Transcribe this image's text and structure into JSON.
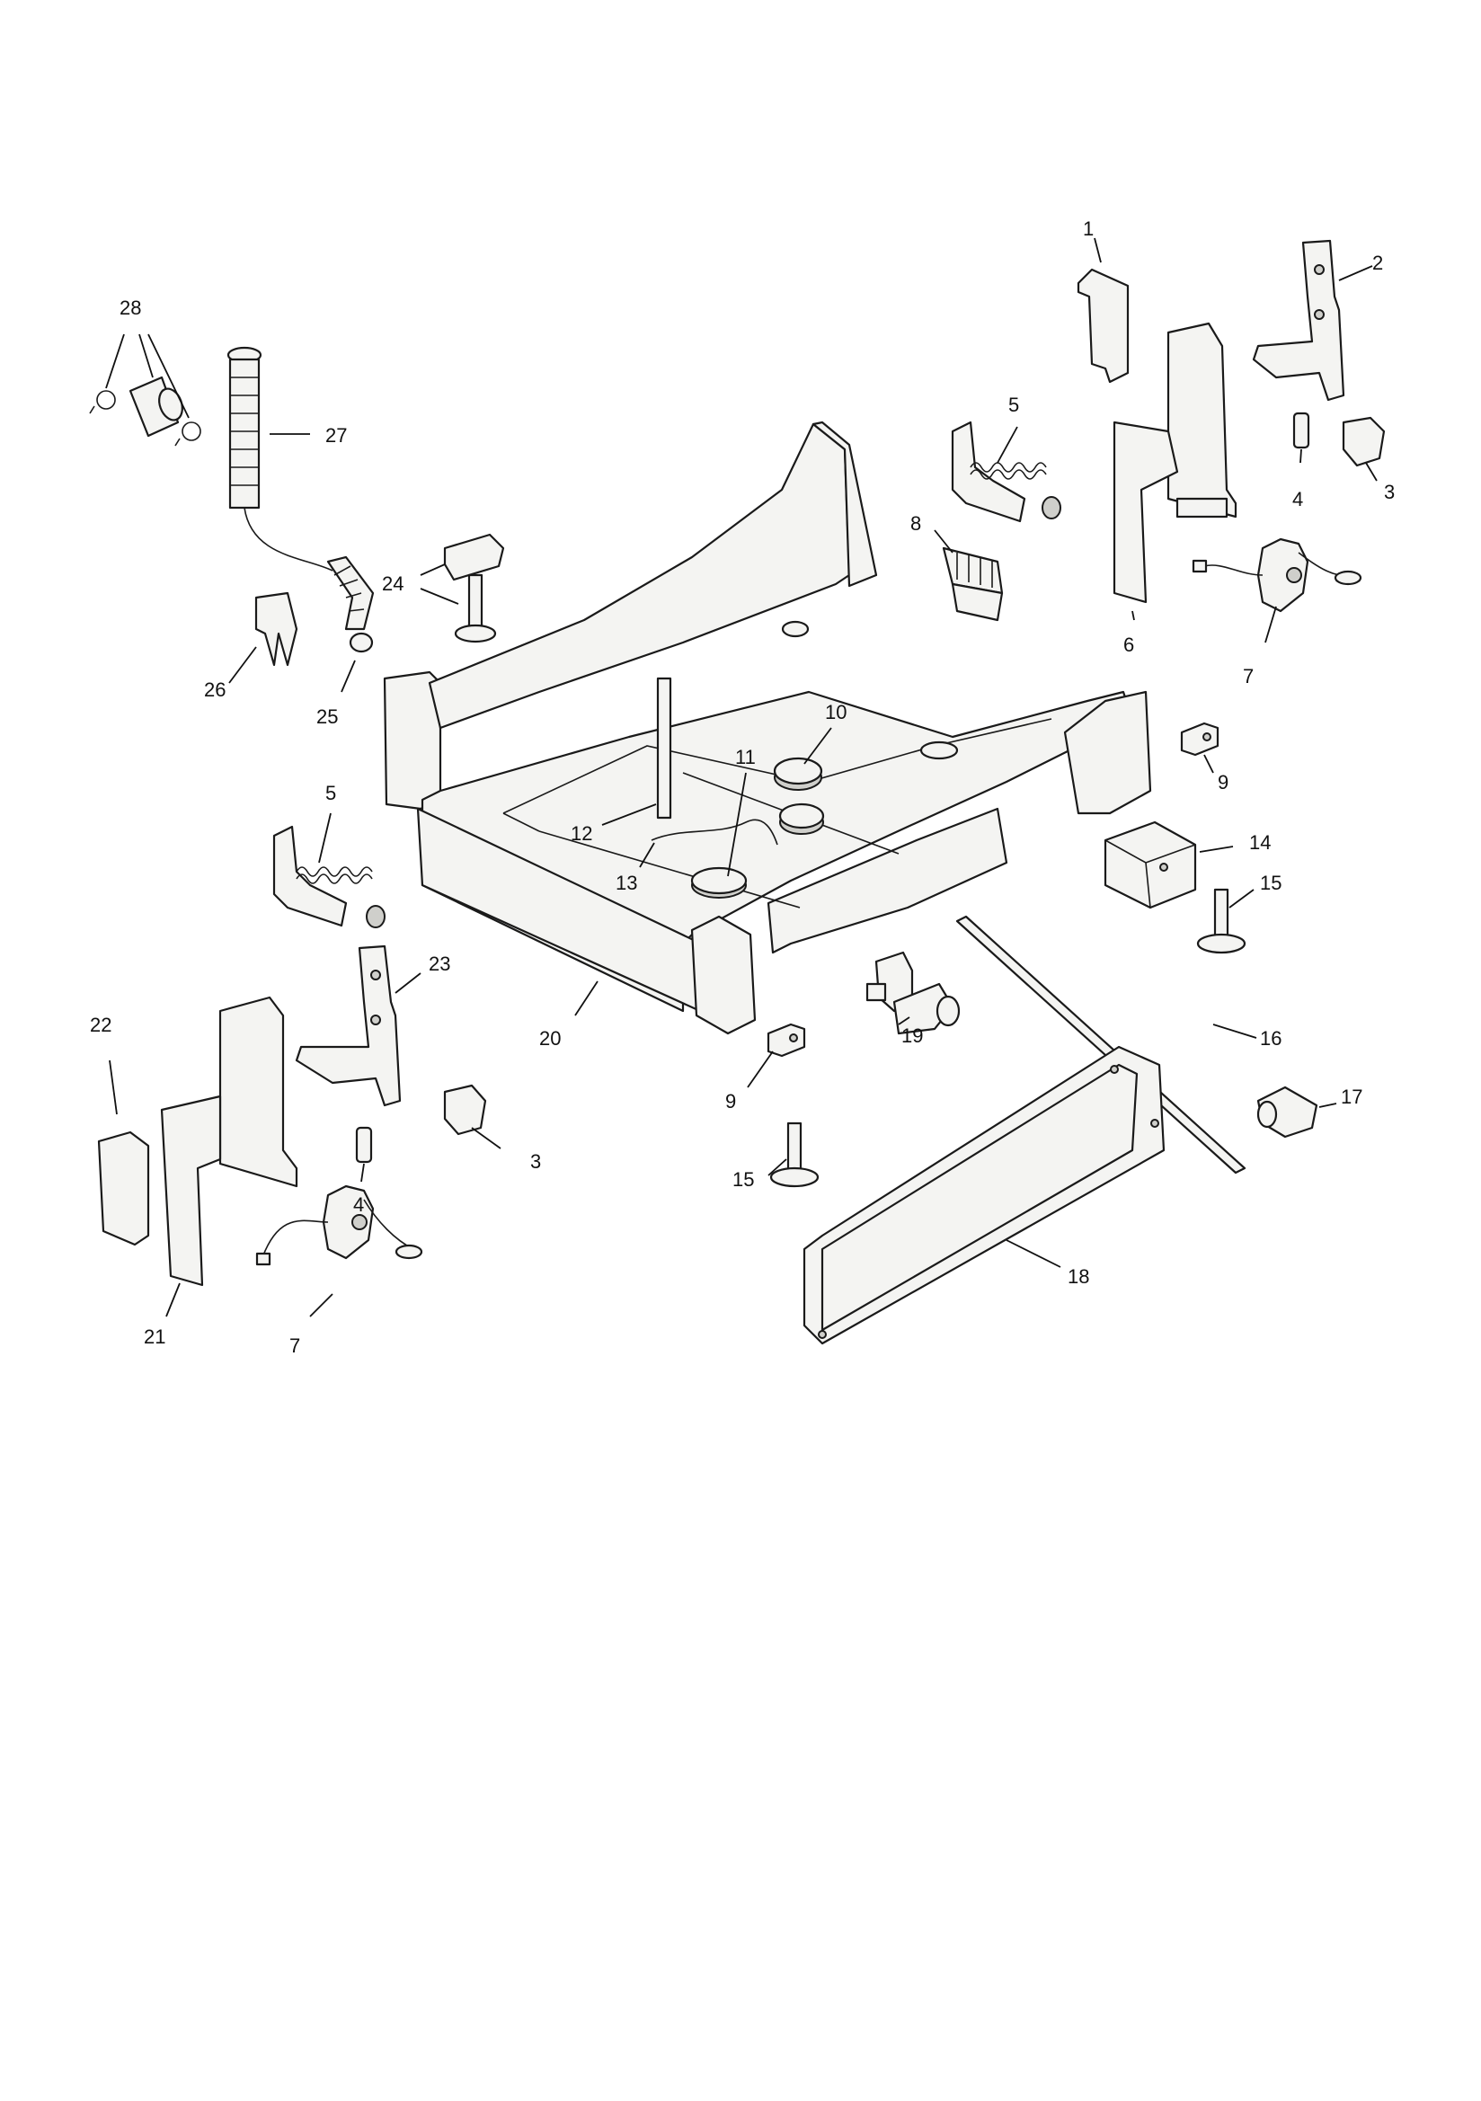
{
  "callouts": [
    {
      "id": "c1",
      "text": "1"
    },
    {
      "id": "c2",
      "text": "2"
    },
    {
      "id": "c3a",
      "text": "3"
    },
    {
      "id": "c3b",
      "text": "3"
    },
    {
      "id": "c4a",
      "text": "4"
    },
    {
      "id": "c4b",
      "text": "4"
    },
    {
      "id": "c5a",
      "text": "5"
    },
    {
      "id": "c5b",
      "text": "5"
    },
    {
      "id": "c6",
      "text": "6"
    },
    {
      "id": "c7a",
      "text": "7"
    },
    {
      "id": "c7b",
      "text": "7"
    },
    {
      "id": "c8",
      "text": "8"
    },
    {
      "id": "c9a",
      "text": "9"
    },
    {
      "id": "c9b",
      "text": "9"
    },
    {
      "id": "c10",
      "text": "10"
    },
    {
      "id": "c11",
      "text": "11"
    },
    {
      "id": "c12",
      "text": "12"
    },
    {
      "id": "c13",
      "text": "13"
    },
    {
      "id": "c14",
      "text": "14"
    },
    {
      "id": "c15a",
      "text": "15"
    },
    {
      "id": "c15b",
      "text": "15"
    },
    {
      "id": "c16",
      "text": "16"
    },
    {
      "id": "c17",
      "text": "17"
    },
    {
      "id": "c18",
      "text": "18"
    },
    {
      "id": "c19",
      "text": "19"
    },
    {
      "id": "c20",
      "text": "20"
    },
    {
      "id": "c21",
      "text": "21"
    },
    {
      "id": "c22",
      "text": "22"
    },
    {
      "id": "c23",
      "text": "23"
    },
    {
      "id": "c24",
      "text": "24"
    },
    {
      "id": "c25",
      "text": "25"
    },
    {
      "id": "c26",
      "text": "26"
    },
    {
      "id": "c27",
      "text": "27"
    },
    {
      "id": "c28",
      "text": "28"
    }
  ]
}
